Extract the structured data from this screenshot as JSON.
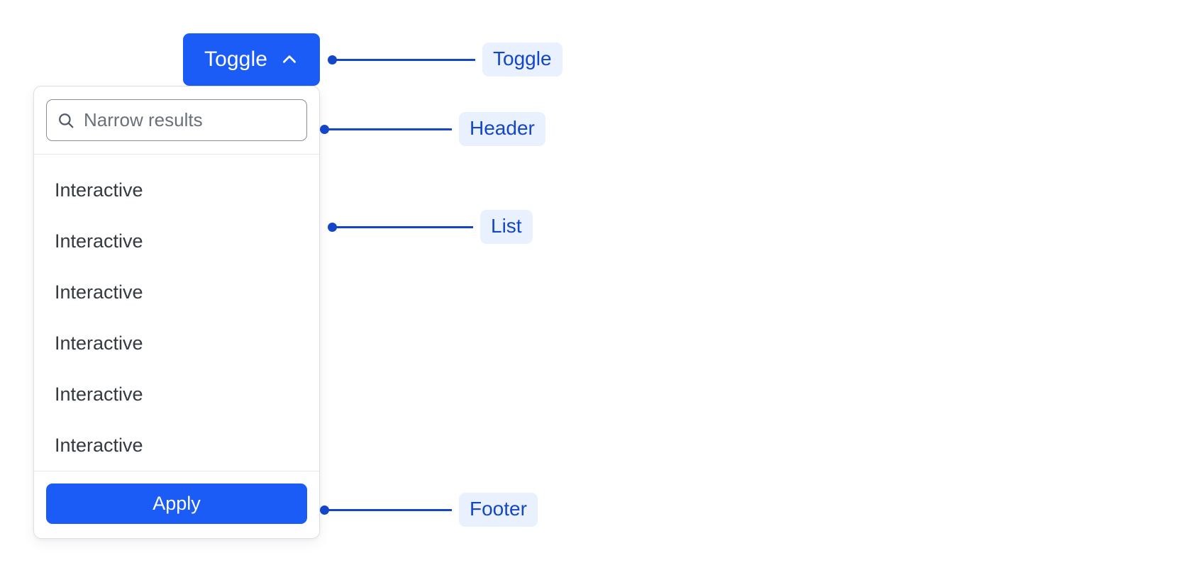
{
  "toggle": {
    "label": "Toggle",
    "icon": "chevron-up-icon",
    "expanded": true,
    "background_color": "#1a5cf5",
    "text_color": "#ffffff"
  },
  "dropdown": {
    "header": {
      "search": {
        "icon": "search-icon",
        "placeholder": "Narrow results",
        "value": ""
      }
    },
    "list": {
      "items": [
        {
          "label": "Interactive"
        },
        {
          "label": "Interactive"
        },
        {
          "label": "Interactive"
        },
        {
          "label": "Interactive"
        },
        {
          "label": "Interactive"
        },
        {
          "label": "Interactive"
        }
      ]
    },
    "footer": {
      "apply_label": "Apply",
      "apply_background_color": "#1a5cf5",
      "apply_text_color": "#ffffff"
    },
    "border_color": "#dcdfe5",
    "background_color": "#ffffff"
  },
  "annotations": {
    "badge_background_color": "#e9f0fe",
    "badge_text_color": "#1446c8",
    "line_color": "#1446c8",
    "items": [
      {
        "label": "Toggle"
      },
      {
        "label": "Header"
      },
      {
        "label": "List"
      },
      {
        "label": "Footer"
      }
    ]
  }
}
